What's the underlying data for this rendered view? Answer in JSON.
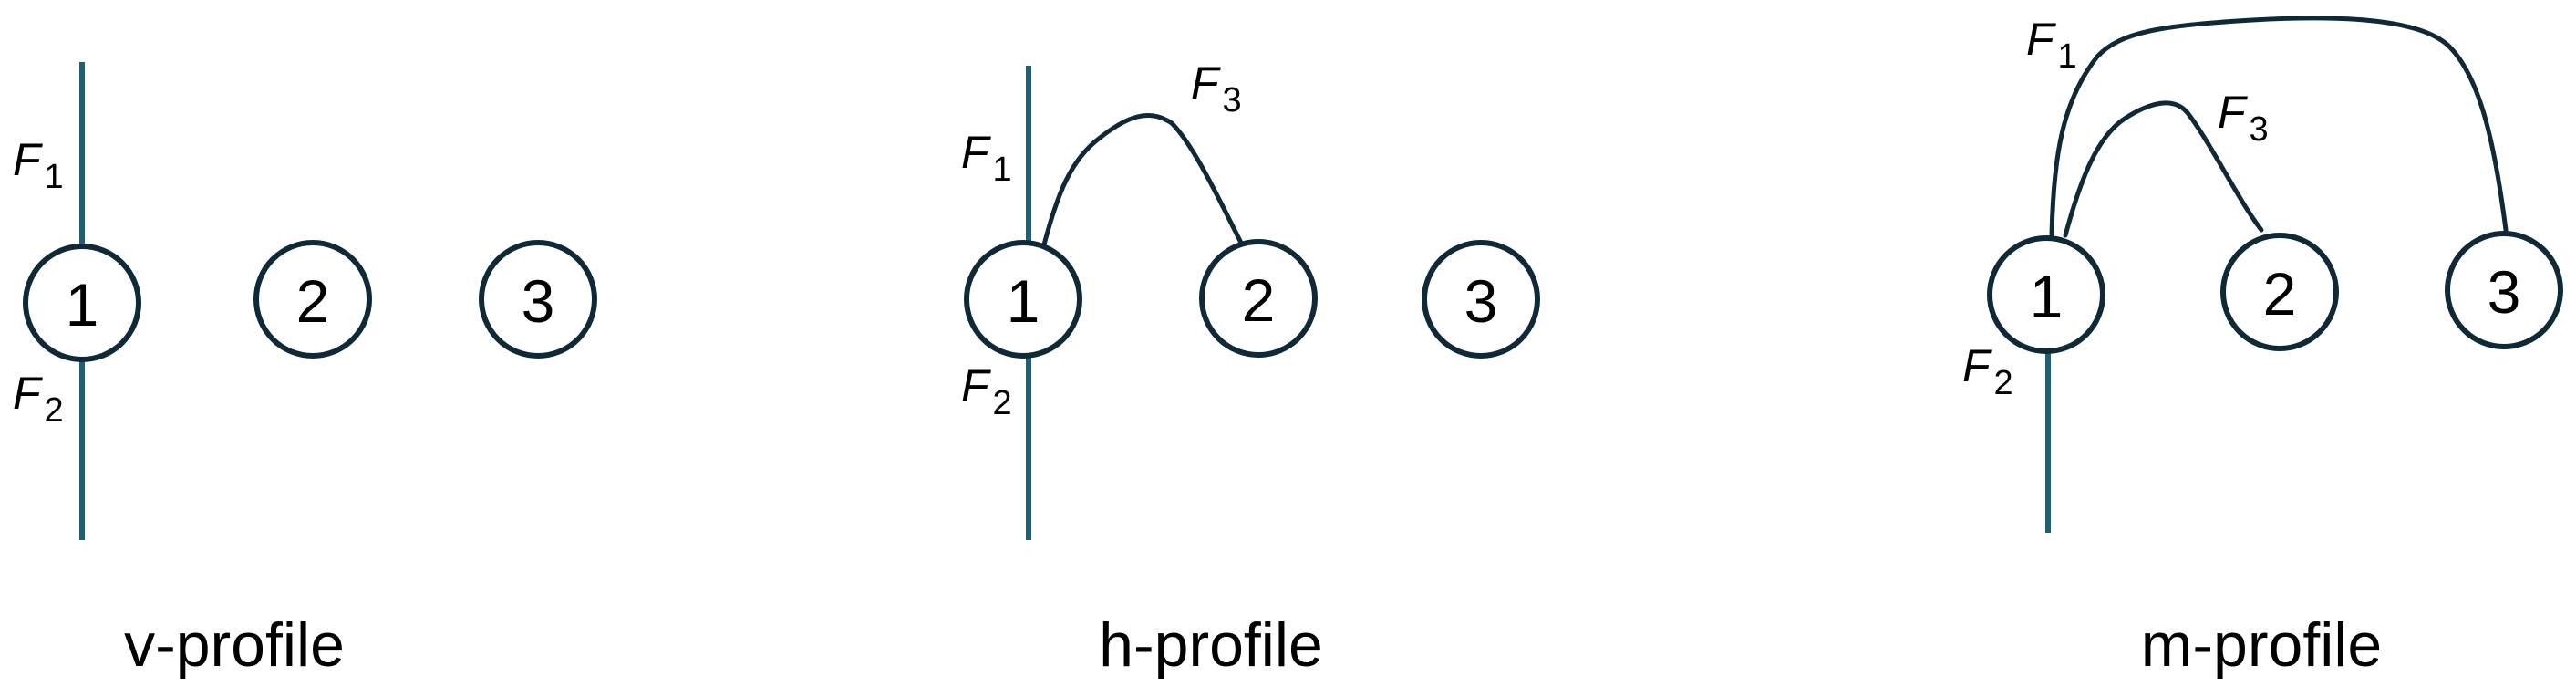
{
  "panels": [
    {
      "caption": "v-profile",
      "nodes": [
        "1",
        "2",
        "3"
      ],
      "fibers": [
        {
          "letter": "F",
          "sub": "1"
        },
        {
          "letter": "F",
          "sub": "2"
        }
      ]
    },
    {
      "caption": "h-profile",
      "nodes": [
        "1",
        "2",
        "3"
      ],
      "fibers": [
        {
          "letter": "F",
          "sub": "1"
        },
        {
          "letter": "F",
          "sub": "2"
        },
        {
          "letter": "F",
          "sub": "3"
        }
      ]
    },
    {
      "caption": "m-profile",
      "nodes": [
        "1",
        "2",
        "3"
      ],
      "fibers": [
        {
          "letter": "F",
          "sub": "1"
        },
        {
          "letter": "F",
          "sub": "2"
        },
        {
          "letter": "F",
          "sub": "3"
        }
      ]
    }
  ],
  "colors": {
    "node_stroke": "#0f2a36",
    "vertical_fiber": "#1f5f78",
    "curved_fiber": "#0f2a36"
  }
}
